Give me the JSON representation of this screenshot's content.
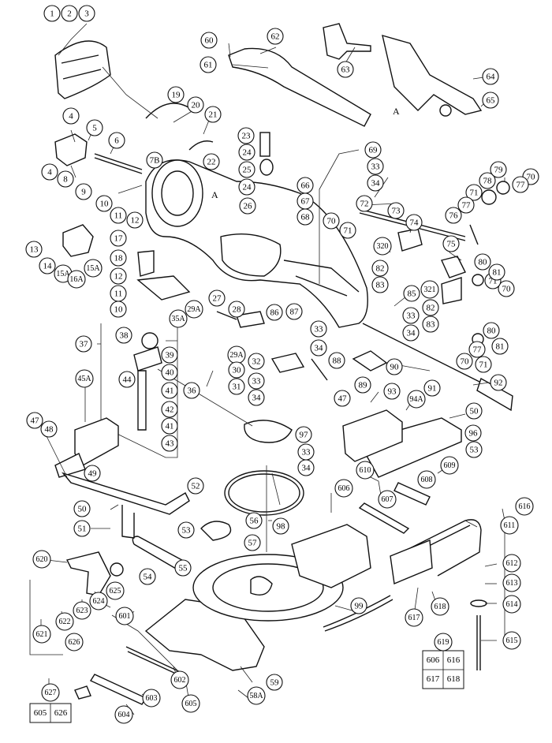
{
  "callouts": [
    {
      "id": "c1",
      "label": "1"
    },
    {
      "id": "c2",
      "label": "2"
    },
    {
      "id": "c3",
      "label": "3"
    },
    {
      "id": "c4a",
      "label": "4"
    },
    {
      "id": "c4b",
      "label": "4"
    },
    {
      "id": "c5",
      "label": "5"
    },
    {
      "id": "c6",
      "label": "6"
    },
    {
      "id": "c7b",
      "label": "7B"
    },
    {
      "id": "c8",
      "label": "8"
    },
    {
      "id": "c9",
      "label": "9"
    },
    {
      "id": "c10a",
      "label": "10"
    },
    {
      "id": "c10b",
      "label": "10"
    },
    {
      "id": "c11a",
      "label": "11"
    },
    {
      "id": "c11b",
      "label": "11"
    },
    {
      "id": "c12a",
      "label": "12"
    },
    {
      "id": "c12b",
      "label": "12"
    },
    {
      "id": "c13",
      "label": "13"
    },
    {
      "id": "c14",
      "label": "14"
    },
    {
      "id": "c15a1",
      "label": "15A"
    },
    {
      "id": "c15a2",
      "label": "15A"
    },
    {
      "id": "c16a",
      "label": "16A"
    },
    {
      "id": "c17",
      "label": "17"
    },
    {
      "id": "c18",
      "label": "18"
    },
    {
      "id": "c19",
      "label": "19"
    },
    {
      "id": "c20",
      "label": "20"
    },
    {
      "id": "c21",
      "label": "21"
    },
    {
      "id": "c22",
      "label": "22"
    },
    {
      "id": "c23",
      "label": "23"
    },
    {
      "id": "c24a",
      "label": "24"
    },
    {
      "id": "c24b",
      "label": "24"
    },
    {
      "id": "c25",
      "label": "25"
    },
    {
      "id": "c26",
      "label": "26"
    },
    {
      "id": "c27",
      "label": "27"
    },
    {
      "id": "c28",
      "label": "28"
    },
    {
      "id": "c29a1",
      "label": "29A"
    },
    {
      "id": "c29a2",
      "label": "29A"
    },
    {
      "id": "c30",
      "label": "30"
    },
    {
      "id": "c31",
      "label": "31"
    },
    {
      "id": "c32",
      "label": "32"
    },
    {
      "id": "c33a",
      "label": "33"
    },
    {
      "id": "c33b",
      "label": "33"
    },
    {
      "id": "c33c",
      "label": "33"
    },
    {
      "id": "c33d",
      "label": "33"
    },
    {
      "id": "c33e",
      "label": "33"
    },
    {
      "id": "c34a",
      "label": "34"
    },
    {
      "id": "c34b",
      "label": "34"
    },
    {
      "id": "c34c",
      "label": "34"
    },
    {
      "id": "c34d",
      "label": "34"
    },
    {
      "id": "c34e",
      "label": "34"
    },
    {
      "id": "c35a",
      "label": "35A"
    },
    {
      "id": "c36",
      "label": "36"
    },
    {
      "id": "c37",
      "label": "37"
    },
    {
      "id": "c38",
      "label": "38"
    },
    {
      "id": "c39",
      "label": "39"
    },
    {
      "id": "c40",
      "label": "40"
    },
    {
      "id": "c41a",
      "label": "41"
    },
    {
      "id": "c41b",
      "label": "41"
    },
    {
      "id": "c42",
      "label": "42"
    },
    {
      "id": "c43",
      "label": "43"
    },
    {
      "id": "c44",
      "label": "44"
    },
    {
      "id": "c45a",
      "label": "45A"
    },
    {
      "id": "c47a",
      "label": "47"
    },
    {
      "id": "c47b",
      "label": "47"
    },
    {
      "id": "c48",
      "label": "48"
    },
    {
      "id": "c49",
      "label": "49"
    },
    {
      "id": "c50a",
      "label": "50"
    },
    {
      "id": "c50b",
      "label": "50"
    },
    {
      "id": "c51",
      "label": "51"
    },
    {
      "id": "c52",
      "label": "52"
    },
    {
      "id": "c53a",
      "label": "53"
    },
    {
      "id": "c53b",
      "label": "53"
    },
    {
      "id": "c54",
      "label": "54"
    },
    {
      "id": "c55",
      "label": "55"
    },
    {
      "id": "c56",
      "label": "56"
    },
    {
      "id": "c57",
      "label": "57"
    },
    {
      "id": "c58a",
      "label": "58A"
    },
    {
      "id": "c59",
      "label": "59"
    },
    {
      "id": "c60",
      "label": "60"
    },
    {
      "id": "c61",
      "label": "61"
    },
    {
      "id": "c62",
      "label": "62"
    },
    {
      "id": "c63",
      "label": "63"
    },
    {
      "id": "c64",
      "label": "64"
    },
    {
      "id": "c65",
      "label": "65"
    },
    {
      "id": "c66",
      "label": "66"
    },
    {
      "id": "c67",
      "label": "67"
    },
    {
      "id": "c68",
      "label": "68"
    },
    {
      "id": "c69",
      "label": "69"
    },
    {
      "id": "c70a",
      "label": "70"
    },
    {
      "id": "c70b",
      "label": "70"
    },
    {
      "id": "c70c",
      "label": "70"
    },
    {
      "id": "c70d",
      "label": "70"
    },
    {
      "id": "c71a",
      "label": "71"
    },
    {
      "id": "c71b",
      "label": "71"
    },
    {
      "id": "c71c",
      "label": "71"
    },
    {
      "id": "c71d",
      "label": "71"
    },
    {
      "id": "c72",
      "label": "72"
    },
    {
      "id": "c73",
      "label": "73"
    },
    {
      "id": "c74",
      "label": "74"
    },
    {
      "id": "c75",
      "label": "75"
    },
    {
      "id": "c76",
      "label": "76"
    },
    {
      "id": "c77a",
      "label": "77"
    },
    {
      "id": "c77b",
      "label": "77"
    },
    {
      "id": "c77c",
      "label": "77"
    },
    {
      "id": "c78",
      "label": "78"
    },
    {
      "id": "c79",
      "label": "79"
    },
    {
      "id": "c80a",
      "label": "80"
    },
    {
      "id": "c80b",
      "label": "80"
    },
    {
      "id": "c81a",
      "label": "81"
    },
    {
      "id": "c81b",
      "label": "81"
    },
    {
      "id": "c82a",
      "label": "82"
    },
    {
      "id": "c82b",
      "label": "82"
    },
    {
      "id": "c83a",
      "label": "83"
    },
    {
      "id": "c83b",
      "label": "83"
    },
    {
      "id": "c85",
      "label": "85"
    },
    {
      "id": "c86",
      "label": "86"
    },
    {
      "id": "c87",
      "label": "87"
    },
    {
      "id": "c88",
      "label": "88"
    },
    {
      "id": "c89",
      "label": "89"
    },
    {
      "id": "c90",
      "label": "90"
    },
    {
      "id": "c91",
      "label": "91"
    },
    {
      "id": "c92",
      "label": "92"
    },
    {
      "id": "c93",
      "label": "93"
    },
    {
      "id": "c94a",
      "label": "94A"
    },
    {
      "id": "c96",
      "label": "96"
    },
    {
      "id": "c97",
      "label": "97"
    },
    {
      "id": "c98",
      "label": "98"
    },
    {
      "id": "c99",
      "label": "99"
    },
    {
      "id": "c320",
      "label": "320"
    },
    {
      "id": "c321",
      "label": "321"
    },
    {
      "id": "c601",
      "label": "601"
    },
    {
      "id": "c602",
      "label": "602"
    },
    {
      "id": "c603",
      "label": "603"
    },
    {
      "id": "c604",
      "label": "604"
    },
    {
      "id": "c605",
      "label": "605"
    },
    {
      "id": "c606",
      "label": "606"
    },
    {
      "id": "c607",
      "label": "607"
    },
    {
      "id": "c608",
      "label": "608"
    },
    {
      "id": "c609",
      "label": "609"
    },
    {
      "id": "c610",
      "label": "610"
    },
    {
      "id": "c611",
      "label": "611"
    },
    {
      "id": "c612",
      "label": "612"
    },
    {
      "id": "c613",
      "label": "613"
    },
    {
      "id": "c614",
      "label": "614"
    },
    {
      "id": "c615",
      "label": "615"
    },
    {
      "id": "c616",
      "label": "616"
    },
    {
      "id": "c617",
      "label": "617"
    },
    {
      "id": "c618",
      "label": "618"
    },
    {
      "id": "c619",
      "label": "619"
    },
    {
      "id": "c620",
      "label": "620"
    },
    {
      "id": "c621",
      "label": "621"
    },
    {
      "id": "c622",
      "label": "622"
    },
    {
      "id": "c623",
      "label": "623"
    },
    {
      "id": "c624",
      "label": "624"
    },
    {
      "id": "c625",
      "label": "625"
    },
    {
      "id": "c626",
      "label": "626"
    },
    {
      "id": "c627",
      "label": "627"
    }
  ],
  "markers": {
    "a_top": "A",
    "a_mid": "A"
  },
  "kits": {
    "kit619": [
      "606",
      "616",
      "617",
      "618"
    ],
    "kit627": [
      "605",
      "626"
    ]
  }
}
